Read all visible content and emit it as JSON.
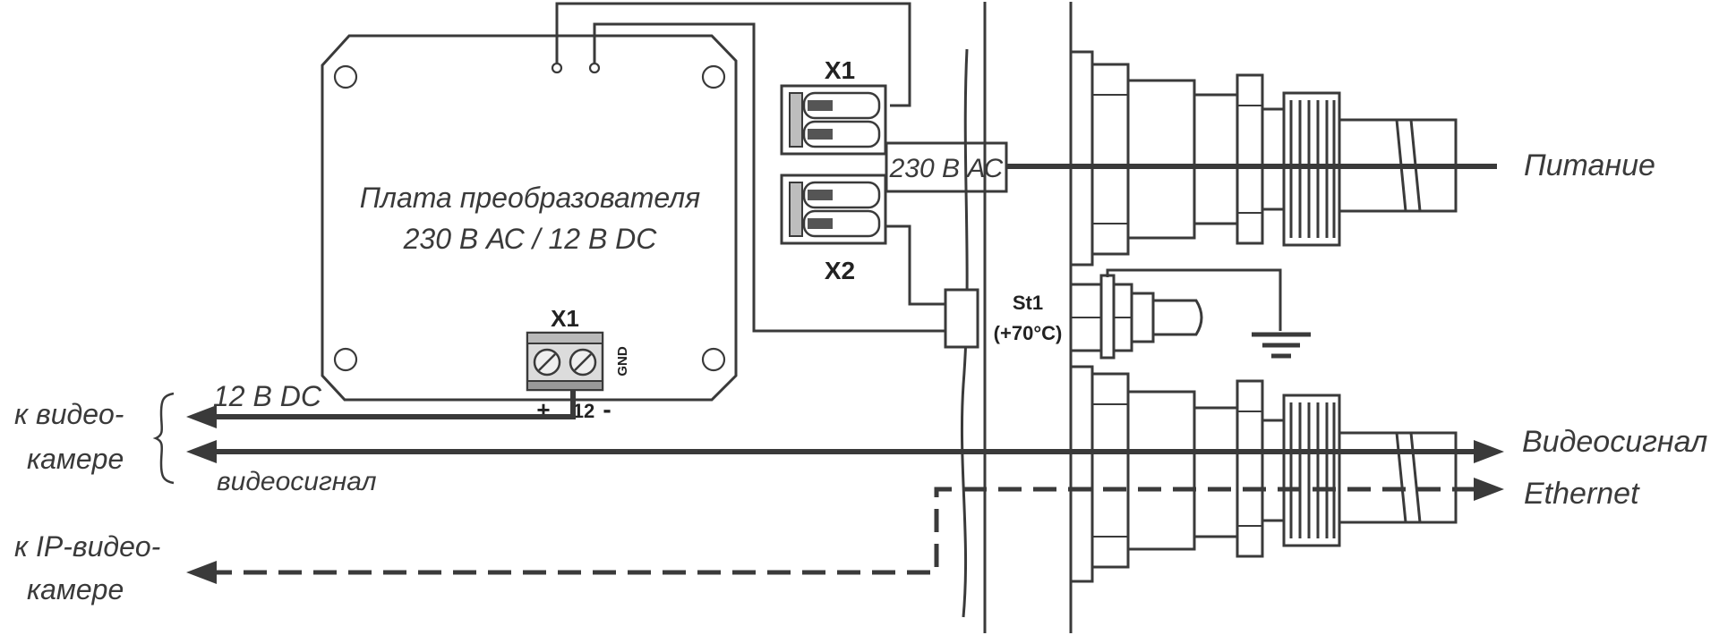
{
  "board": {
    "title_line1": "Плата преобразователя",
    "title_line2": "230 В АС / 12 В DC",
    "terminal_label": "X1",
    "gnd_label": "GND",
    "plus_label": "+",
    "pin_label": "12",
    "minus_label": "-"
  },
  "connectors": {
    "x1_label": "X1",
    "x2_label": "X2"
  },
  "power_box": {
    "label": "230 В АС"
  },
  "thermostat": {
    "name": "St1",
    "setpoint": "(+70°С)"
  },
  "outputs": {
    "power": "Питание",
    "video": "Видеосигнал",
    "ethernet": "Ethernet"
  },
  "camera_side": {
    "dc_label": "12 В DC",
    "video_label": "видеосигнал",
    "camera_line1": "к видео-",
    "camera_line2": "камере",
    "ip_camera_line1": "к IP-видео-",
    "ip_camera_line2": "камере"
  }
}
